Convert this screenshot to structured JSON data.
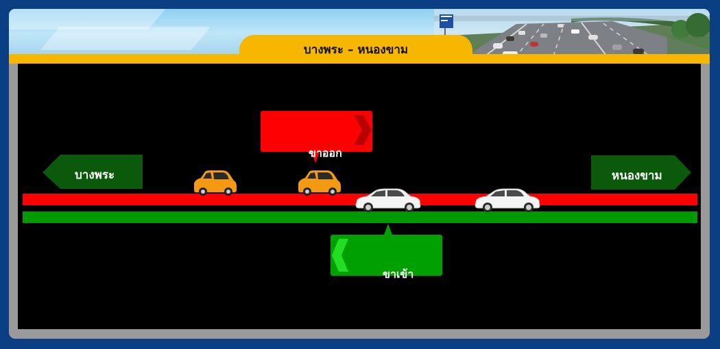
{
  "header": {
    "title": "บางพระ – หนองขาม"
  },
  "legend": {
    "outbound_label": "ขาออก",
    "inbound_label": "ขาเข้า"
  },
  "endpoints": {
    "left_label": "บางพระ",
    "right_label": "หนองขาม"
  },
  "colors": {
    "outbound_lane": "#ff0000",
    "inbound_lane": "#009900",
    "accent": "#f7b700",
    "left_sign": "#0b5a0b",
    "right_sign": "#0b5a0b",
    "page_background": "#0a3f84"
  },
  "vehicles": {
    "outbound": [
      "orange-hatchback-icon",
      "orange-hatchback-icon"
    ],
    "inbound": [
      "white-sedan-icon",
      "white-sedan-icon"
    ]
  }
}
